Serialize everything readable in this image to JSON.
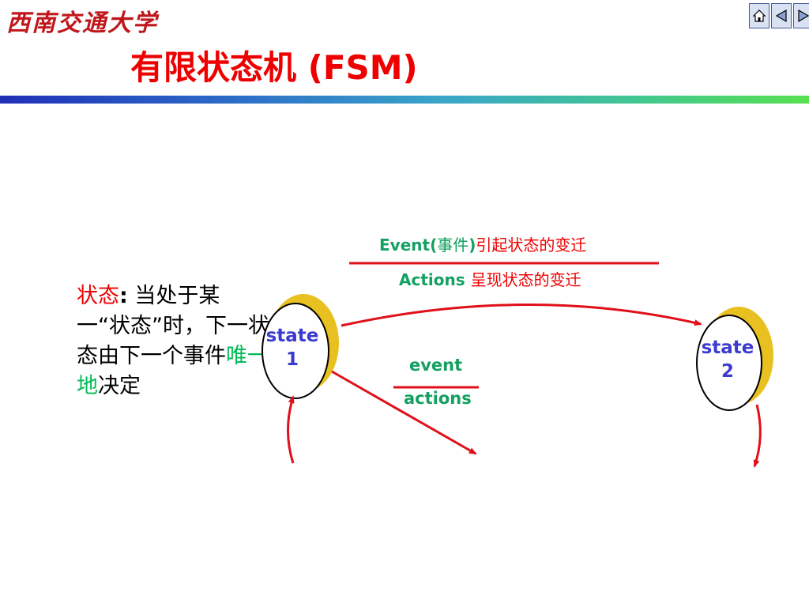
{
  "header": {
    "logo_text": "西南交通大学",
    "title": "有限状态机 (FSM)"
  },
  "nav": {
    "home_icon": "home-icon",
    "prev_icon": "triangle-left-icon",
    "next_icon": "triangle-right-icon"
  },
  "description": {
    "term": "状态",
    "colon": ":",
    "text1": " 当处于某一“状态”时，下一状态由下一个事件",
    "highlight": "唯一地",
    "text2": "决定"
  },
  "diagram": {
    "top_label": {
      "event_prefix": "Event(",
      "event_cn": "事件",
      "event_suffix": ")",
      "event_desc": "引起状态的变迁",
      "actions_prefix": "Actions ",
      "actions_desc": "呈现状态的变迁"
    },
    "mid_label": {
      "event": "event",
      "actions": "actions"
    },
    "state1": {
      "line1": "state",
      "line2": "1"
    },
    "state2": {
      "line1": "state",
      "line2": "2"
    }
  },
  "colors": {
    "title": "#ee0000",
    "arrow": "#e0101a",
    "state_text": "#3b3bd0",
    "label_green": "#14a060",
    "shadow": "#e8c020"
  }
}
